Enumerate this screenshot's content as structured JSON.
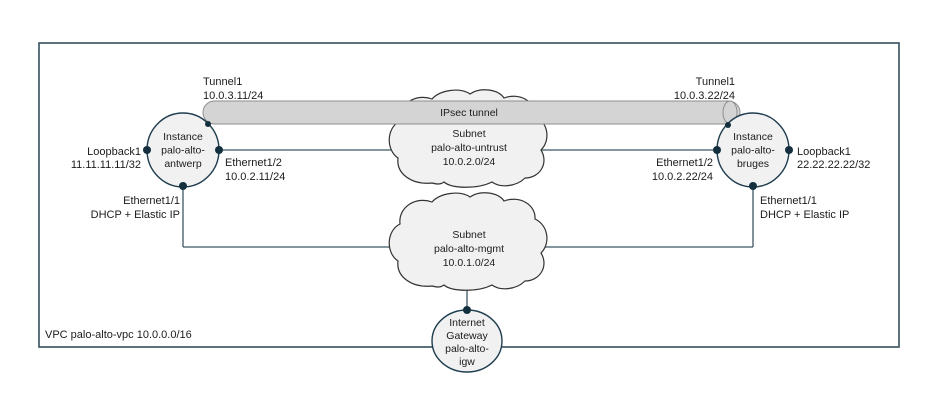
{
  "diagram": {
    "vpc": {
      "label": "VPC palo-alto-vpc 10.0.0.0/16"
    },
    "ipsec_tunnel": {
      "label": "IPsec tunnel"
    },
    "tunnel_left": {
      "name": "Tunnel1",
      "ip": "10.0.3.11/24"
    },
    "tunnel_right": {
      "name": "Tunnel1",
      "ip": "10.0.3.22/24"
    },
    "instance_left": {
      "line1": "Instance",
      "line2": "palo-alto-",
      "line3": "antwerp"
    },
    "instance_right": {
      "line1": "Instance",
      "line2": "palo-alto-",
      "line3": "bruges"
    },
    "loopback_left": {
      "name": "Loopback1",
      "ip": "11.11.11.11/32"
    },
    "loopback_right": {
      "name": "Loopback1",
      "ip": "22.22.22.22/32"
    },
    "eth2_left": {
      "name": "Ethernet1/2",
      "ip": "10.0.2.11/24"
    },
    "eth2_right": {
      "name": "Ethernet1/2",
      "ip": "10.0.2.22/24"
    },
    "eth1_left": {
      "name": "Ethernet1/1",
      "ip": "DHCP + Elastic IP"
    },
    "eth1_right": {
      "name": "Ethernet1/1",
      "ip": "DHCP + Elastic IP"
    },
    "subnet_untrust": {
      "line1": "Subnet",
      "line2": "palo-alto-untrust",
      "line3": "10.0.2.0/24"
    },
    "subnet_mgmt": {
      "line1": "Subnet",
      "line2": "palo-alto-mgmt",
      "line3": "10.0.1.0/24"
    },
    "igw": {
      "line1": "Internet",
      "line2": "Gateway",
      "line3": "palo-alto-",
      "line4": "igw"
    },
    "colors": {
      "node_stroke": "#1e3d4e",
      "node_fill": "#f1f1f1",
      "wire": "#3d5866",
      "pipe_fill": "#d4d4d4",
      "pipe_stroke": "#8e8e8e",
      "dot": "#14303f",
      "text": "#1c1c1c"
    }
  }
}
